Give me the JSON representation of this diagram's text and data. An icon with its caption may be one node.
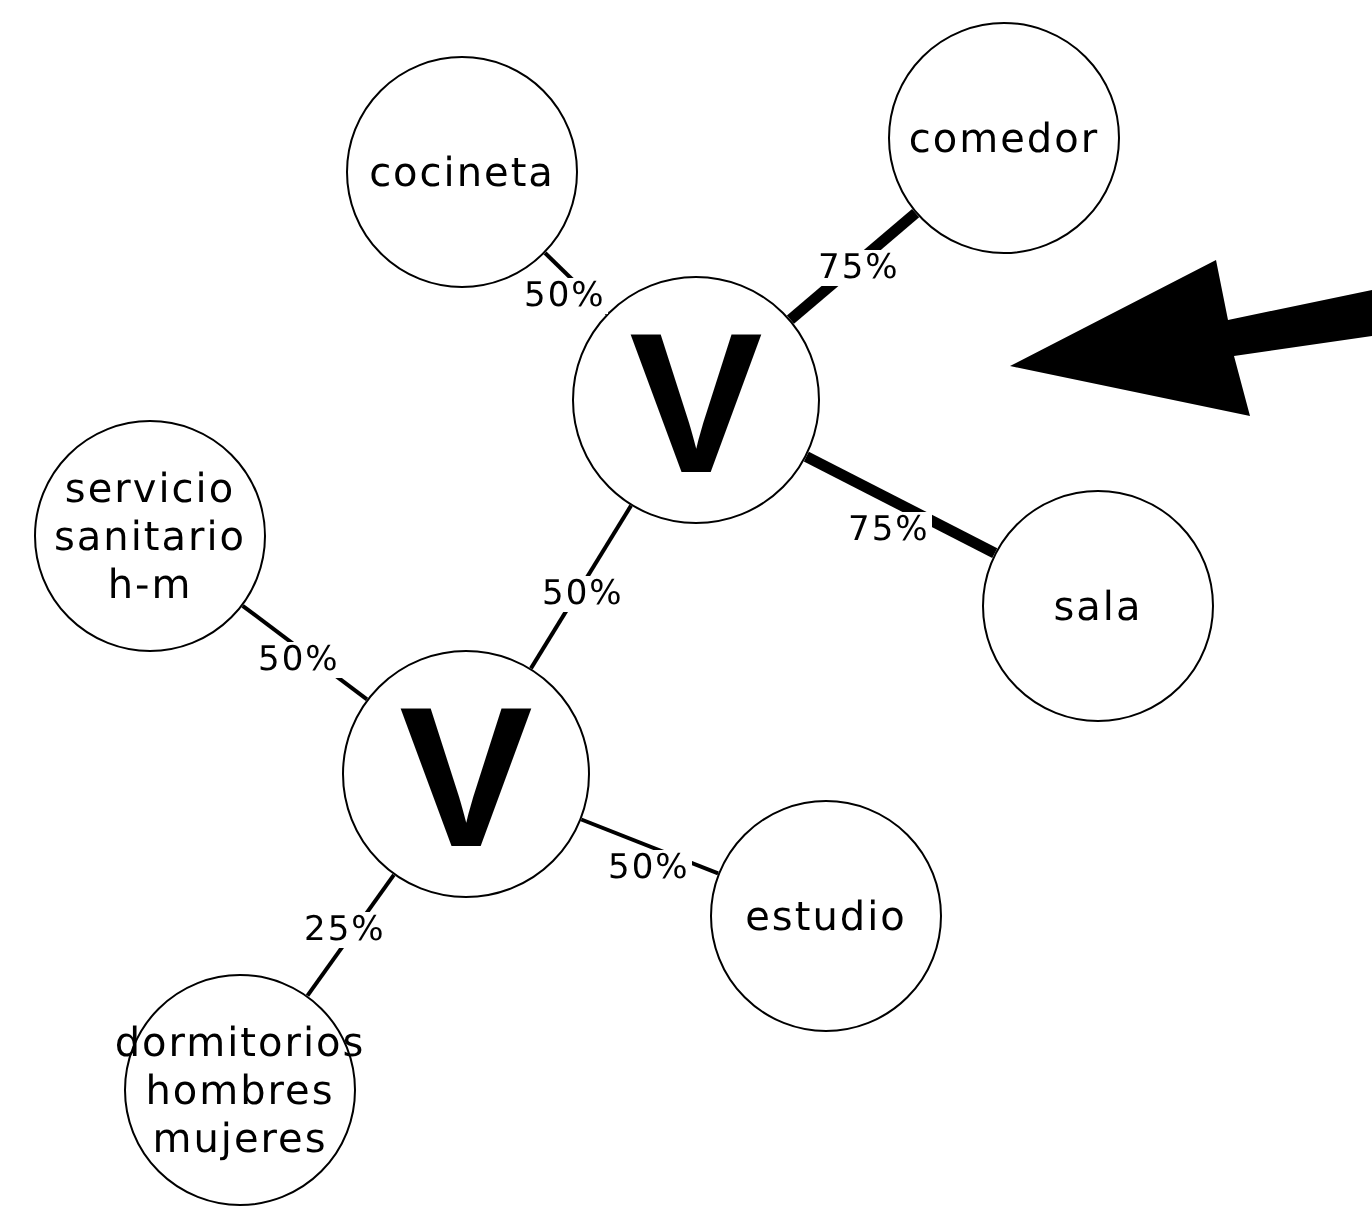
{
  "diagram": {
    "nodes": [
      {
        "text": [
          "cocineta"
        ]
      },
      {
        "text": [
          "comedor"
        ]
      },
      {
        "text": [
          "V"
        ]
      },
      {
        "text": [
          "servicio sanitario h-m"
        ]
      },
      {
        "text": [
          "sala"
        ]
      },
      {
        "text": [
          "V"
        ]
      },
      {
        "text": [
          "estudio"
        ]
      },
      {
        "text": [
          "dormitorios hombres mujeres"
        ]
      }
    ],
    "edges": [
      {
        "from": 2,
        "to": 0,
        "arrow": "none",
        "label": "50%"
      },
      {
        "from": 2,
        "to": 1,
        "arrow": "none",
        "label": "75%",
        "style": "thick"
      },
      {
        "from": 2,
        "to": 4,
        "arrow": "none",
        "label": "75%",
        "style": "thick"
      },
      {
        "from": 2,
        "to": 5,
        "arrow": "none",
        "label": "50%"
      },
      {
        "from": 5,
        "to": 3,
        "arrow": "none",
        "label": "50%"
      },
      {
        "from": 5,
        "to": 6,
        "arrow": "none",
        "label": "50%"
      },
      {
        "from": 5,
        "to": 7,
        "arrow": "none",
        "label": "25%"
      }
    ]
  }
}
